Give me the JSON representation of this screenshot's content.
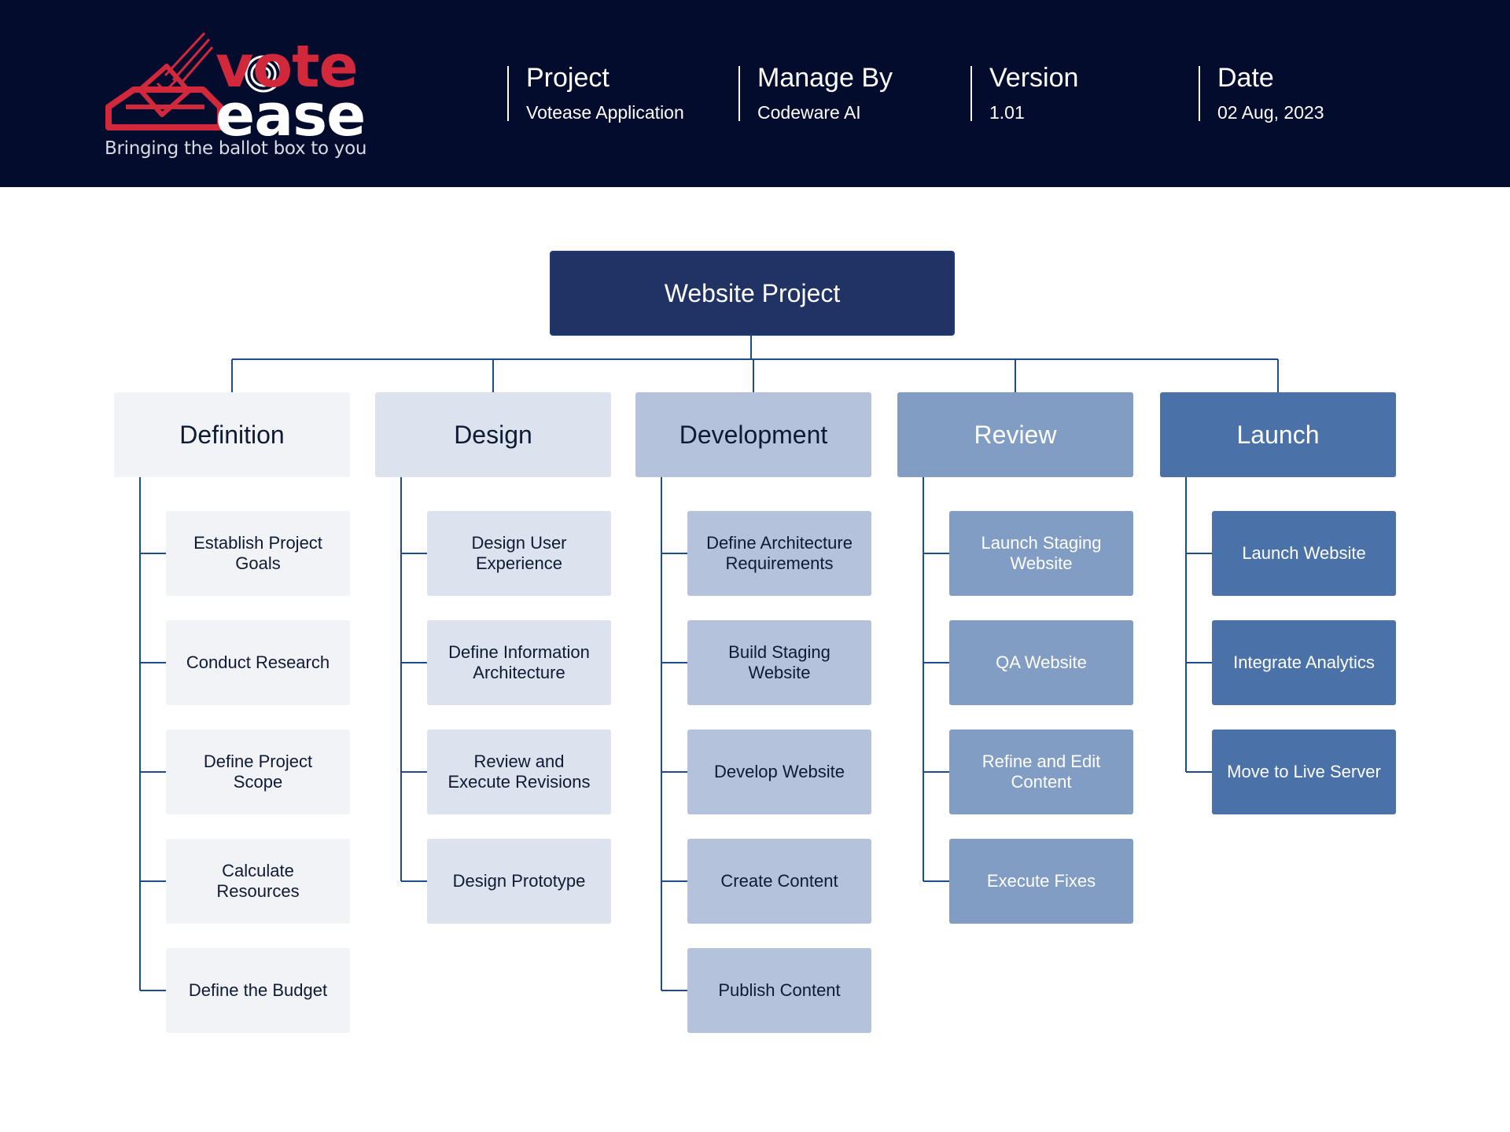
{
  "header": {
    "logo": {
      "word_top": "vote",
      "word_bottom": "ease",
      "tagline": "Bringing the ballot box to you"
    },
    "meta": [
      {
        "label": "Project",
        "value": "Votease Application"
      },
      {
        "label": "Manage By",
        "value": "Codeware AI"
      },
      {
        "label": "Version",
        "value": "1.01"
      },
      {
        "label": "Date",
        "value": "02 Aug, 2023"
      }
    ]
  },
  "colors": {
    "header_bg": "#040c2d",
    "logo_red": "#d2283c",
    "root_bg": "#213265",
    "connector": "#1e4a90"
  },
  "diagram": {
    "root": "Website Project",
    "phases": [
      {
        "name": "Definition",
        "bg": "#f1f3f7",
        "fg": "#0f1a33",
        "tasks": [
          "Establish Project Goals",
          "Conduct Research",
          "Define Project Scope",
          "Calculate Resources",
          "Define the Budget"
        ]
      },
      {
        "name": "Design",
        "bg": "#dce3ee",
        "fg": "#0f1a33",
        "tasks": [
          "Design User Experience",
          "Define Information Architecture",
          "Review and Execute Revisions",
          "Design Prototype"
        ]
      },
      {
        "name": "Development",
        "bg": "#b4c3db",
        "fg": "#0f1a33",
        "tasks": [
          "Define Architecture Requirements",
          "Build Staging Website",
          "Develop Website",
          "Create Content",
          "Publish Content"
        ]
      },
      {
        "name": "Review",
        "bg": "#819dc3",
        "fg": "#ffffff",
        "tasks": [
          "Launch Staging Website",
          "QA Website",
          "Refine and Edit Content",
          "Execute Fixes"
        ]
      },
      {
        "name": "Launch",
        "bg": "#4b72a8",
        "fg": "#ffffff",
        "tasks": [
          "Launch Website",
          "Integrate Analytics",
          "Move to Live Server"
        ]
      }
    ]
  }
}
